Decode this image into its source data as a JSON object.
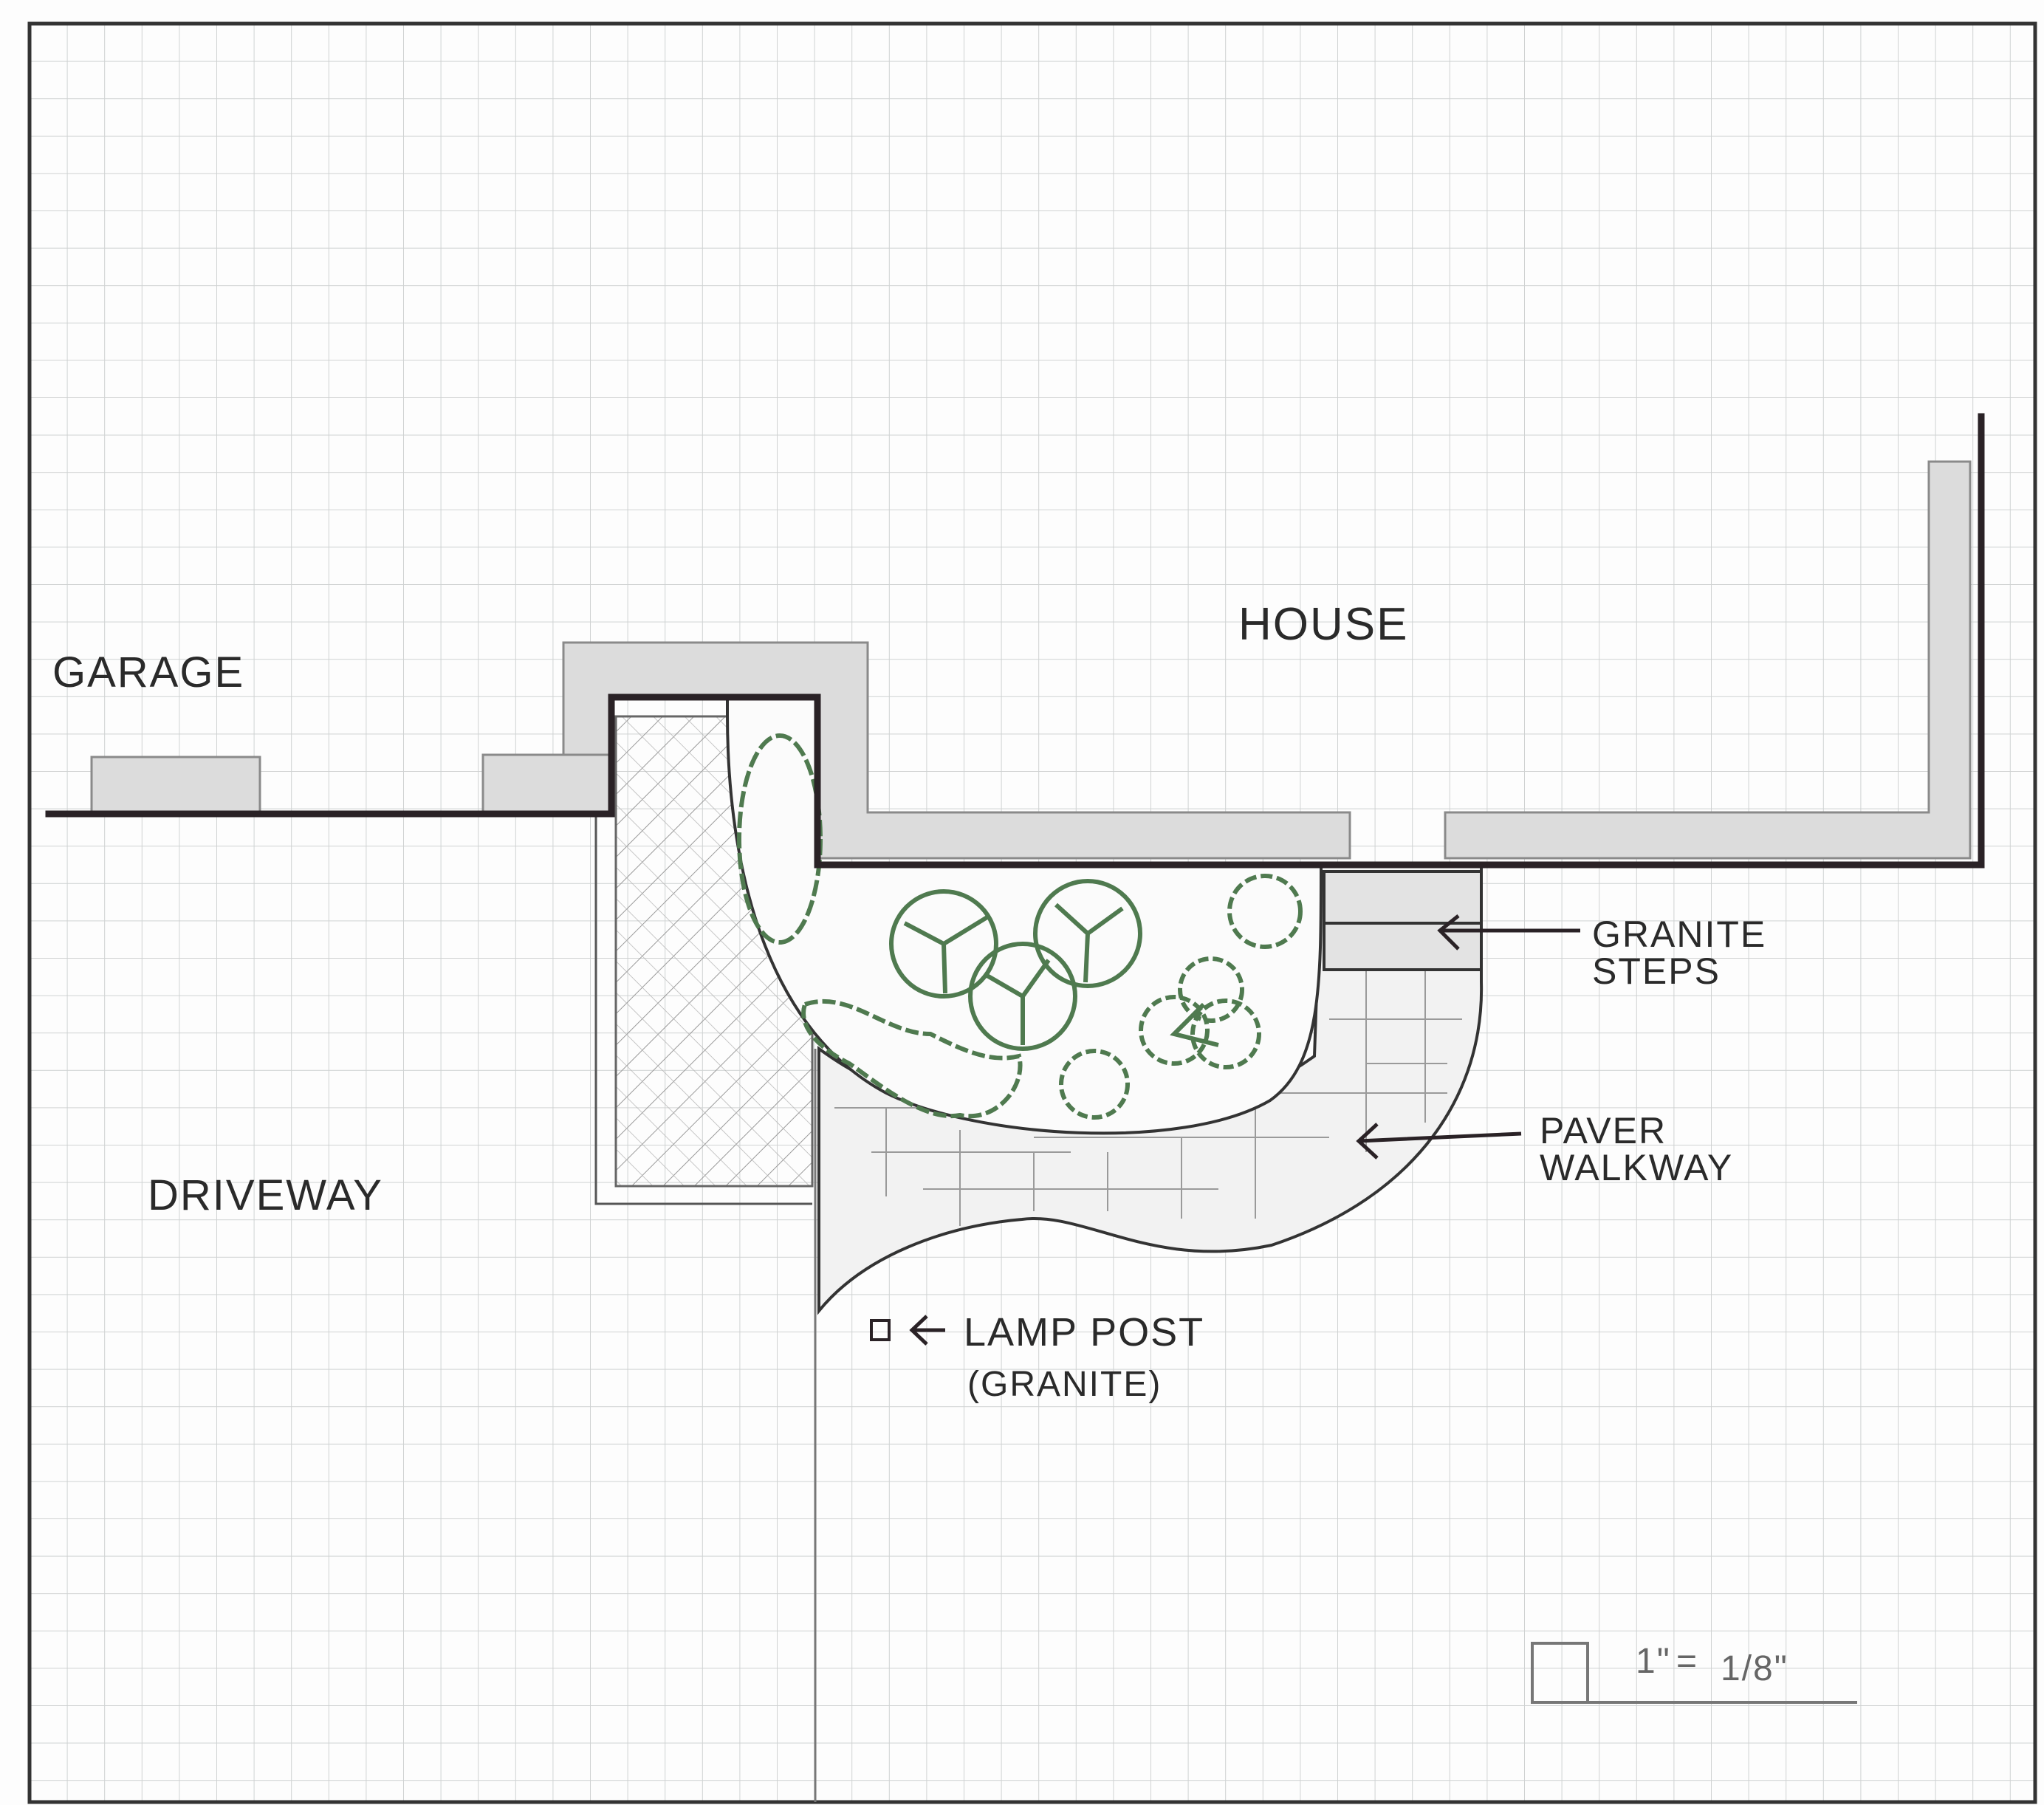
{
  "labels": {
    "garage": "GARAGE",
    "house": "HOUSE",
    "driveway": "DRIVEWAY",
    "granite_steps_1": "GRANITE",
    "granite_steps_2": "STEPS",
    "paver_walkway_1": "PAVER",
    "paver_walkway_2": "WALKWAY",
    "lamp_post": "LAMP POST",
    "lamp_post_material": "(GRANITE)"
  },
  "scale": {
    "left": "1\"",
    "equals": "=",
    "right": "1/8\""
  },
  "colors": {
    "ink": "#2a2226",
    "pencil": "#8a8a8a",
    "wall_fill": "#dcdcdc",
    "plant": "#4f7a4f",
    "grid": "#cfd2d2"
  }
}
